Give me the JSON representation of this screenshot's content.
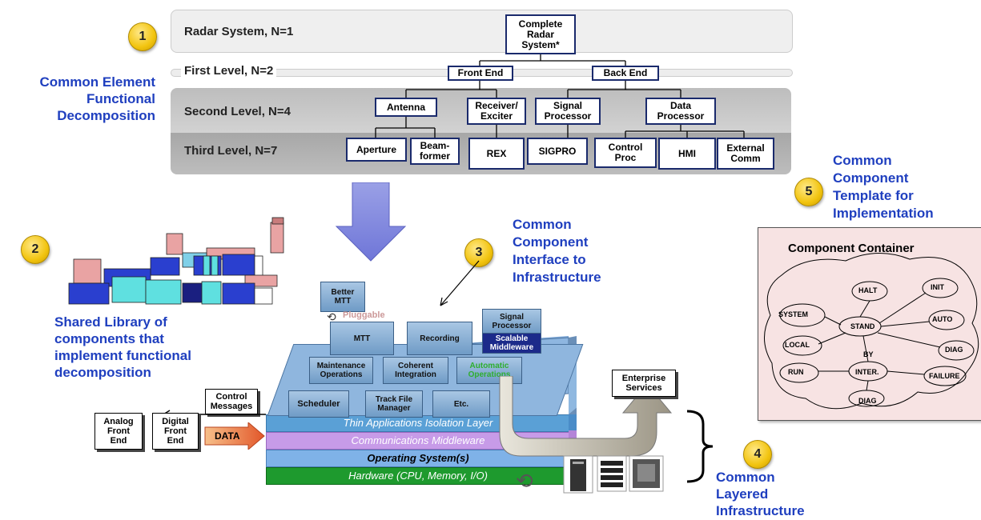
{
  "callouts": {
    "c1": {
      "num": "1",
      "text": [
        "Common Element",
        "Functional",
        "Decomposition"
      ]
    },
    "c2": {
      "num": "2",
      "text": [
        "Shared Library of",
        "components that",
        "implement functional",
        "decomposition"
      ]
    },
    "c3": {
      "num": "3",
      "text": [
        "Common",
        "Component",
        "Interface to",
        "Infrastructure"
      ]
    },
    "c4": {
      "num": "4",
      "text": [
        "Common",
        "Layered",
        "Infrastructure"
      ]
    },
    "c5": {
      "num": "5",
      "text": [
        "Common",
        "Component",
        "Template for",
        "Implementation"
      ]
    }
  },
  "levels": {
    "l0": "Radar System, N=1",
    "l1": "First Level, N=2",
    "l2": "Second Level, N=4",
    "l3": "Third Level, N=7"
  },
  "tree": {
    "root": "Complete\nRadar\nSystem*",
    "front_end": "Front End",
    "back_end": "Back End",
    "antenna": "Antenna",
    "receiver": "Receiver/\nExciter",
    "signal_processor": "Signal\nProcessor",
    "data_processor": "Data\nProcessor",
    "aperture": "Aperture",
    "beamformer": "Beam-\nformer",
    "rex": "REX",
    "sigpro": "SIGPRO",
    "control_proc": "Control\nProc",
    "hmi": "HMI",
    "external_comm": "External\nComm"
  },
  "stack": {
    "better_mtt": "Better\nMTT",
    "pluggable": "Pluggable",
    "mtt": "MTT",
    "recording": "Recording",
    "signal_processor": "Signal\nProcessor",
    "scalable_middleware": "Scalable\nMiddleware",
    "maintenance": "Maintenance\nOperations",
    "coherent": "Coherent\nIntegration",
    "automatic": "Automatic\nOperations",
    "scheduler": "Scheduler",
    "track_file": "Track File\nManager",
    "etc": "Etc.",
    "layer_thin": "Thin Applications Isolation Layer",
    "layer_comm": "Communications Middleware",
    "layer_os": "Operating System(s)",
    "layer_hw": "Hardware (CPU, Memory, I/O)"
  },
  "io": {
    "control_messages": "Control\nMessages",
    "analog_front_end": "Analog\nFront\nEnd",
    "digital_front_end": "Digital\nFront\nEnd",
    "data_label": "DATA",
    "enterprise_services": "Enterprise\nServices"
  },
  "container": {
    "title": "Component Container",
    "states": [
      "HALT",
      "INIT",
      "SYSTEM",
      "STAND",
      "AUTO",
      "LOCAL",
      "BY",
      "DIAG",
      "RUN",
      "INTER.",
      "FAILURE",
      "DIAG"
    ]
  },
  "colors": {
    "callout_blue": "#1f3fbf",
    "band_light": "#efefef",
    "band_mid": "#c9c9c9",
    "band_dark": "#a9a9a9",
    "layer_hw": "#1e9a2e",
    "layer_os": "#7fb2e8",
    "layer_comm": "#c79be8",
    "layer_thin": "#5aa0d6",
    "container_bg": "#f7e3e3"
  }
}
